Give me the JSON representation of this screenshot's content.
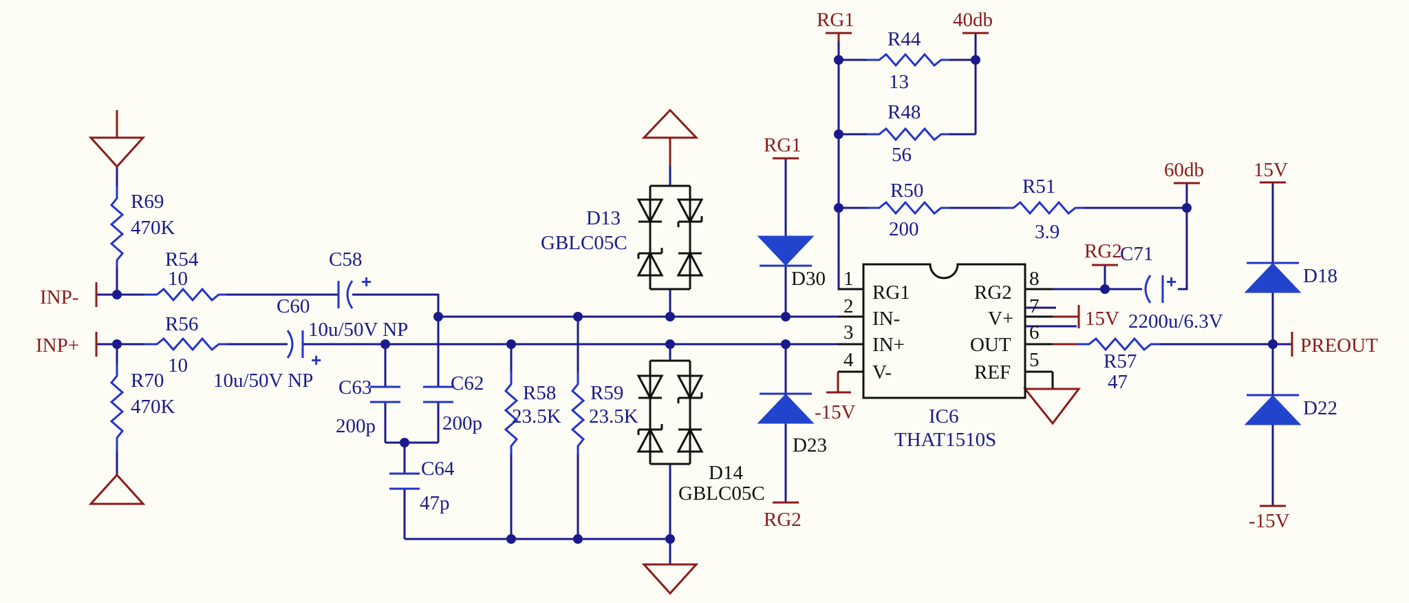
{
  "nets": {
    "inp_minus": "INP-",
    "inp_plus": "INP+",
    "preout": "PREOUT",
    "rg1_top": "RG1",
    "rg1_d30": "RG1",
    "rg2_d23": "RG2",
    "rg2_pin8": "RG2",
    "db40": "40db",
    "db60": "60db",
    "p15_ic": "15V",
    "p15_right": "15V",
    "n15_ic": "-15V",
    "n15_right": "-15V"
  },
  "components": {
    "R69": {
      "ref": "R69",
      "value": "470K"
    },
    "R70": {
      "ref": "R70",
      "value": "470K"
    },
    "R54": {
      "ref": "R54",
      "value": "10"
    },
    "R56": {
      "ref": "R56",
      "value": "10"
    },
    "C58": {
      "ref": "C58",
      "value": "10u/50V NP"
    },
    "C60": {
      "ref": "C60",
      "value": "10u/50V NP"
    },
    "C63": {
      "ref": "C63",
      "value": "200p"
    },
    "C62": {
      "ref": "C62",
      "value": "200p"
    },
    "C64": {
      "ref": "C64",
      "value": "47p"
    },
    "R58": {
      "ref": "R58",
      "value": "23.5K"
    },
    "R59": {
      "ref": "R59",
      "value": "23.5K"
    },
    "D13": {
      "ref": "D13",
      "value": "GBLC05C"
    },
    "D14": {
      "ref": "D14",
      "value": "GBLC05C"
    },
    "D30": {
      "ref": "D30"
    },
    "D23": {
      "ref": "D23"
    },
    "R44": {
      "ref": "R44",
      "value": "13"
    },
    "R48": {
      "ref": "R48",
      "value": "56"
    },
    "R50": {
      "ref": "R50",
      "value": "200"
    },
    "R51": {
      "ref": "R51",
      "value": "3.9"
    },
    "C71": {
      "ref": "C71",
      "value": "2200u/6.3V"
    },
    "R57": {
      "ref": "R57",
      "value": "47"
    },
    "D18": {
      "ref": "D18"
    },
    "D22": {
      "ref": "D22"
    },
    "IC6": {
      "ref": "IC6",
      "value": "THAT1510S"
    }
  },
  "ic_pins": [
    {
      "num": "1",
      "name": "RG1"
    },
    {
      "num": "2",
      "name": "IN-"
    },
    {
      "num": "3",
      "name": "IN+"
    },
    {
      "num": "4",
      "name": "V-"
    },
    {
      "num": "8",
      "name": "RG2"
    },
    {
      "num": "7",
      "name": "V+"
    },
    {
      "num": "6",
      "name": "OUT"
    },
    {
      "num": "5",
      "name": "REF"
    }
  ],
  "polarity_mark": "+",
  "colors": {
    "wire": "#1a1a8c",
    "net_label": "#8b1a1a",
    "diode_fill": "#2244cc",
    "background": "#fdfdf5"
  }
}
